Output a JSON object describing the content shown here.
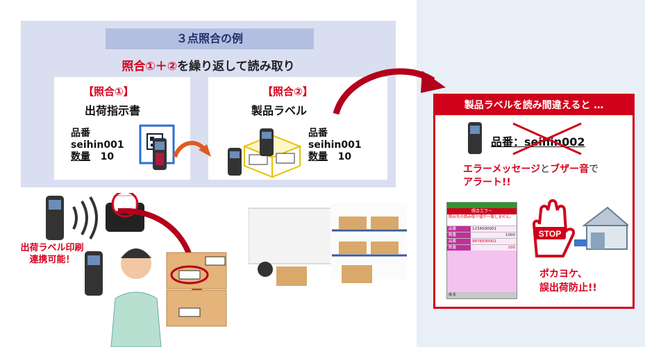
{
  "panel": {
    "title": "３点照合の例",
    "subtitle_red": "照合①＋②",
    "subtitle_rest": "を繰り返して読み取り"
  },
  "card1": {
    "heading": "【照合①】",
    "name": "出荷指示書",
    "line1": "品番",
    "line2": "seihin001",
    "qty_label": "数量",
    "qty_value": "10"
  },
  "card2": {
    "heading": "【照合②】",
    "name": "製品ラベル",
    "line1": "品番",
    "line2": "seihin001",
    "qty_label": "数量",
    "qty_value": "10"
  },
  "alert": {
    "header": "製品ラベルを読み間違えると …",
    "part_label": "品番：seihin002",
    "err_red1": "エラーメッセージ",
    "err_and": "と",
    "err_red2": "ブザー音",
    "err_de": "で",
    "err_line2": "アラート!!",
    "stop_line1": "ポカヨケ、",
    "stop_line2": "誤出荷防止!!",
    "stop_sign": "STOP"
  },
  "screen": {
    "title": "照合エラー",
    "msg": "照合先の読み取り値が一致しません。",
    "rows": [
      {
        "k": "品番",
        "v": "1234500001"
      },
      {
        "k": "数量",
        "v": "1000"
      },
      {
        "k": "品番",
        "v": "9876500001"
      },
      {
        "k": "数量",
        "v": "100"
      }
    ],
    "back": "戻る"
  },
  "bottom": {
    "link_line1": "出荷ラベル印刷",
    "link_line2": "連携可能！"
  },
  "colors": {
    "accent_red": "#d0021b",
    "panel_bg": "#d9dff0",
    "title_bar": "#b3bfe0",
    "right_bg": "#e9eff7"
  }
}
